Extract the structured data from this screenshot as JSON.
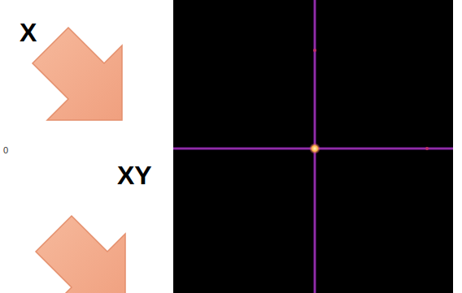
{
  "diagram": {
    "labels": [
      "X",
      "XY",
      "0"
    ]
  }
}
